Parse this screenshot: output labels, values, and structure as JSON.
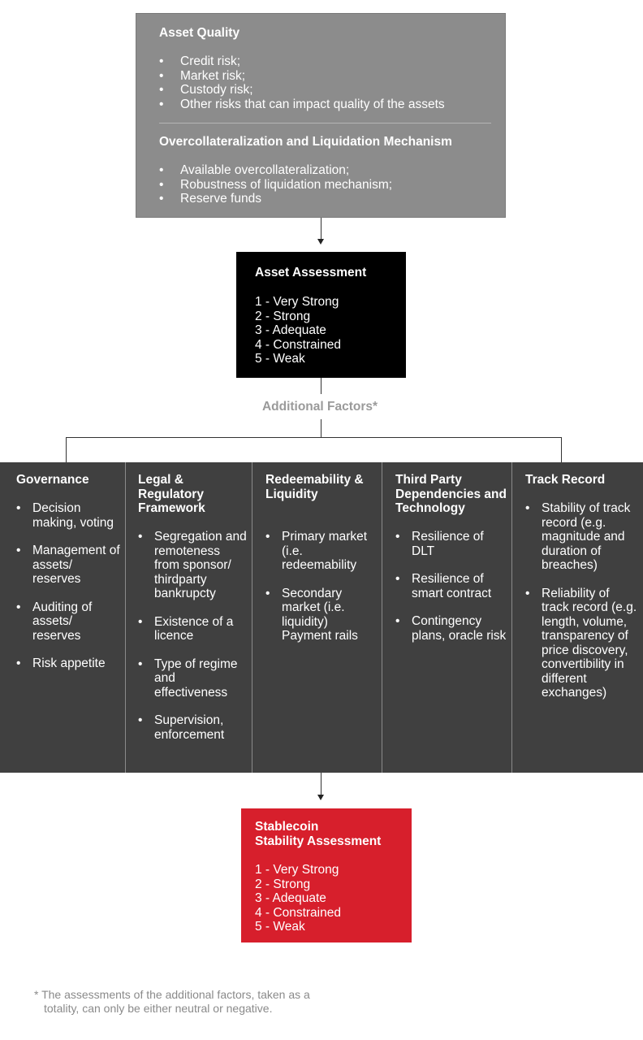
{
  "asset_quality": {
    "heading": "Asset Quality",
    "items": [
      "Credit risk;",
      "Market risk;",
      "Custody risk;",
      "Other risks that can impact quality of the assets"
    ]
  },
  "overcollateralization": {
    "heading": "Overcollateralization and Liquidation Mechanism",
    "items": [
      "Available overcollateralization;",
      "Robustness of liquidation mechanism;",
      "Reserve funds"
    ]
  },
  "asset_assessment": {
    "title": "Asset Assessment",
    "scale": [
      "1 - Very Strong",
      "2 - Strong",
      "3 - Adequate",
      "4 - Constrained",
      "5 - Weak"
    ]
  },
  "additional_factors_label": "Additional Factors*",
  "factors": [
    {
      "title": "Governance",
      "items": [
        "Decision making, voting",
        "Management of assets/ reserves",
        "Auditing of assets/ reserves",
        "Risk appetite"
      ]
    },
    {
      "title": "Legal & Regulatory Framework",
      "items": [
        "Segregation and remoteness from sponsor/ thirdparty bankrupcty",
        "Existence of a licence",
        "Type of regime and effectiveness",
        "Supervision, enforcement"
      ]
    },
    {
      "title": "Redeemability & Liquidity",
      "items": [
        "Primary market (i.e. redeemability",
        "Secondary market (i.e. liquidity) Payment rails"
      ]
    },
    {
      "title": "Third Party Dependencies and Technology",
      "items": [
        "Resilience of DLT",
        "Resilience of smart contract",
        "Contingency plans, oracle risk"
      ]
    },
    {
      "title": "Track Record",
      "items": [
        "Stability of track record (e.g. magnitude and duration of breaches)",
        "Reliability of track record (e.g. length, volume, transparency of price discovery, convertibility in different exchanges)"
      ]
    }
  ],
  "stablecoin_assessment": {
    "title_line1": "Stablecoin",
    "title_line2": "Stability Assessment",
    "scale": [
      "1 - Very Strong",
      "2 - Strong",
      "3 - Adequate",
      "4 - Constrained",
      "5 - Weak"
    ]
  },
  "footnote": {
    "line1": "* The assessments of the additional factors, taken as a",
    "line2": "totality, can only be either neutral or negative."
  },
  "colors": {
    "top_box": "#8c8c8c",
    "asset_box": "#000000",
    "factor_columns": "#404040",
    "stablecoin_box": "#d71f2c",
    "additional_label": "#9a9a9a"
  }
}
